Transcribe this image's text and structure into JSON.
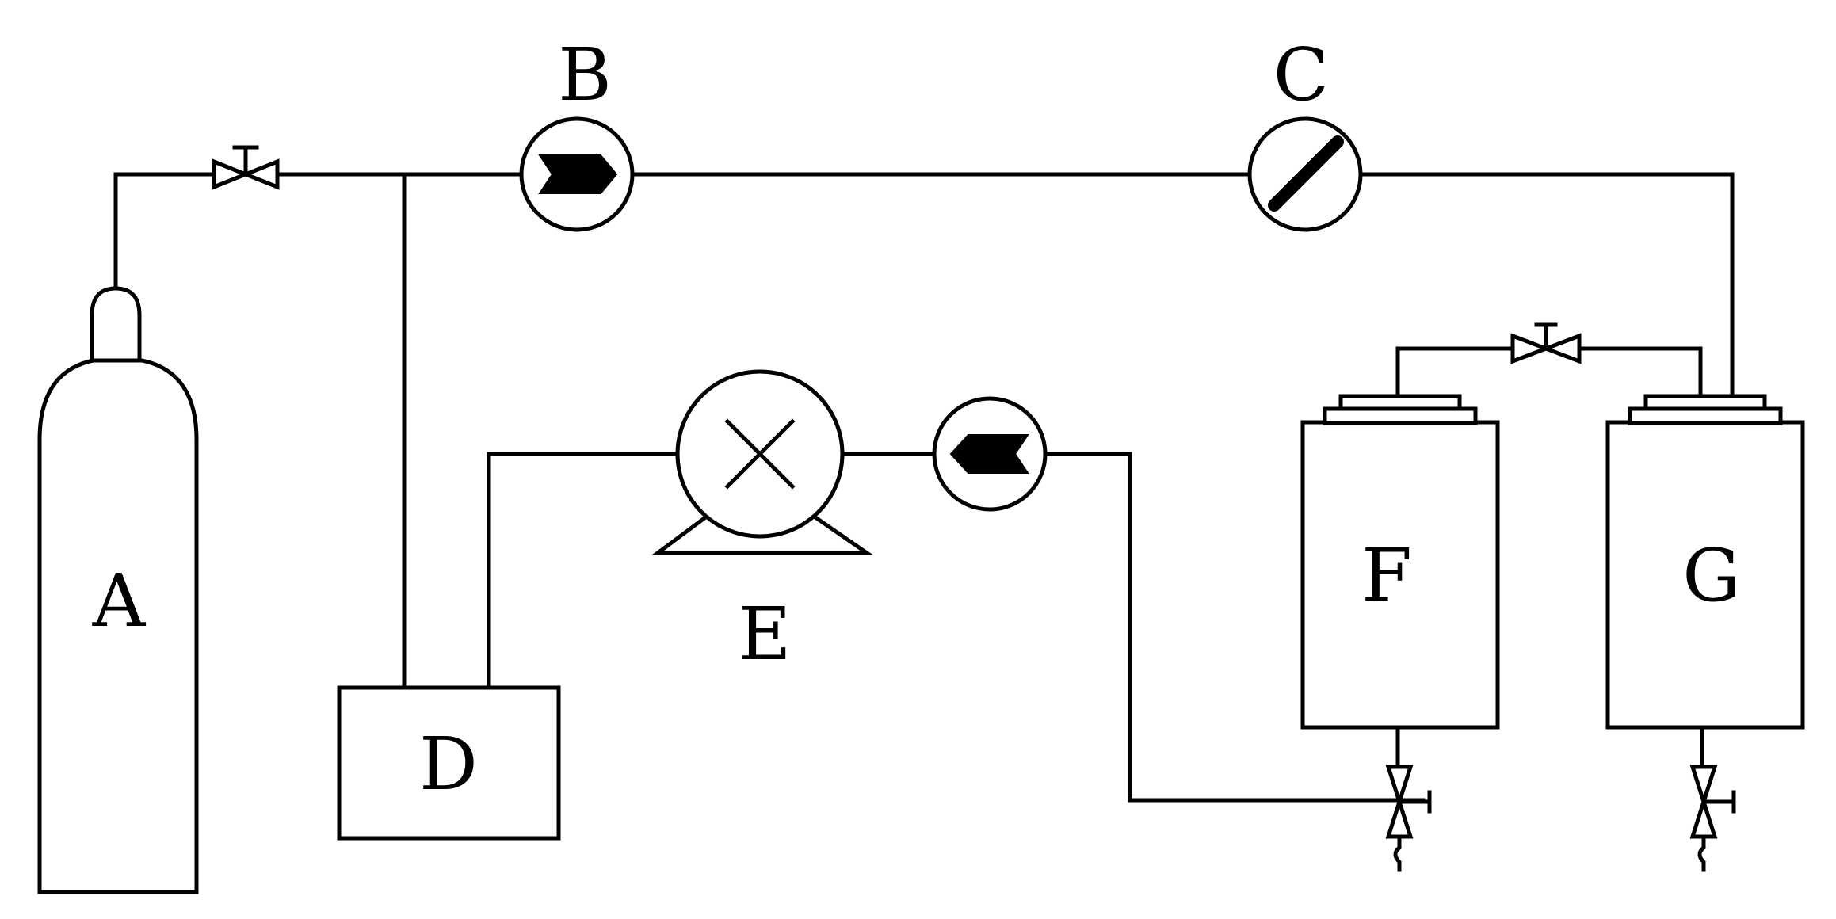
{
  "diagram": {
    "labels": {
      "a": "A",
      "b": "B",
      "c": "C",
      "d": "D",
      "e": "E",
      "f": "F",
      "g": "G"
    },
    "colors": {
      "stroke": "#000000",
      "background": "#ffffff"
    }
  }
}
